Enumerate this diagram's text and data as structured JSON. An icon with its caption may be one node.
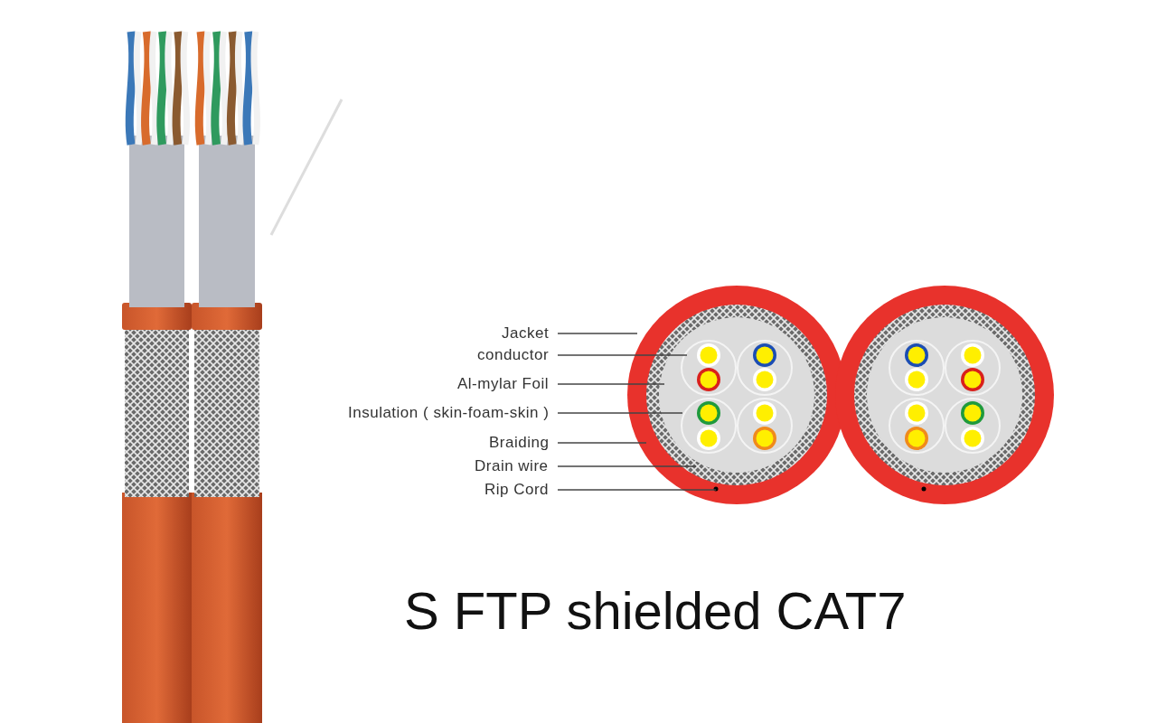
{
  "diagram": {
    "title": "S FTP shielded CAT7",
    "nodes": [
      {
        "text": [
          "Jacket"
        ]
      },
      {
        "text": [
          "conductor"
        ]
      },
      {
        "text": [
          "Al-mylar Foil"
        ]
      },
      {
        "text": [
          "Insulation ( skin-foam-skin )"
        ]
      },
      {
        "text": [
          "Braiding"
        ]
      },
      {
        "text": [
          "Drain wire"
        ]
      },
      {
        "text": [
          "Rip Cord"
        ]
      }
    ],
    "edges": [
      {
        "from": 0,
        "to": null,
        "arrow": "none"
      },
      {
        "from": 1,
        "to": null,
        "arrow": "none"
      },
      {
        "from": 2,
        "to": null,
        "arrow": "none"
      },
      {
        "from": 3,
        "to": null,
        "arrow": "none"
      },
      {
        "from": 4,
        "to": null,
        "arrow": "none"
      },
      {
        "from": 5,
        "to": null,
        "arrow": "none"
      },
      {
        "from": 6,
        "to": null,
        "arrow": "none"
      }
    ]
  }
}
